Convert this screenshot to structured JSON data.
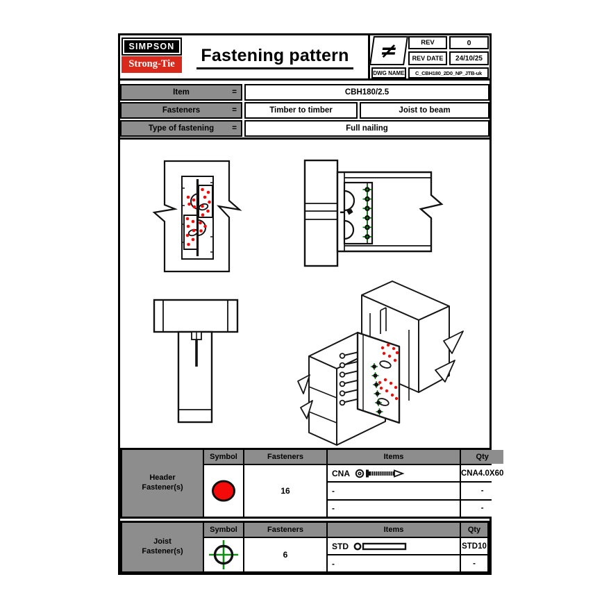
{
  "title_block": {
    "logo_line1": "SIMPSON",
    "logo_line2": "Strong-Tie",
    "title": "Fastening pattern",
    "symbol": "≠",
    "rev_label": "REV",
    "rev_value": "0",
    "rev_date_label": "REV DATE",
    "rev_date_value": "24/10/25",
    "dwg_name_label": "DWG NAME",
    "dwg_name_value": "C_CBH180_2D0_NP_JTB-uk"
  },
  "info": {
    "eq": "=",
    "item_label": "Item",
    "item_value": "CBH180/2.5",
    "fasteners_label": "Fasteners",
    "fasteners_value_left": "Timber to timber",
    "fasteners_value_right": "Joist to beam",
    "type_label": "Type of fastening",
    "type_value": "Full nailing"
  },
  "columns": {
    "symbol": "Symbol",
    "fasteners": "Fasteners",
    "items": "Items",
    "qty": "Qty"
  },
  "header_fasteners": {
    "label": "Header Fastener(s)",
    "rows": [
      {
        "fastener": "CNA",
        "item": "CNA4.0X60"
      },
      {
        "fastener": "-",
        "item": "-"
      },
      {
        "fastener": "-",
        "item": "-"
      }
    ],
    "qty": "16",
    "symbol_fill": "#f50a0a"
  },
  "joist_fasteners": {
    "label": "Joist Fastener(s)",
    "rows": [
      {
        "fastener": "STD",
        "item": "STD10"
      },
      {
        "fastener": "-",
        "item": "-"
      }
    ],
    "qty": "6",
    "symbol_stroke": "#0f9014"
  },
  "colors": {
    "nail_red": "#f50a0a",
    "dowel_green": "#0c7a10",
    "logo_red": "#d8291c",
    "cell_gray": "#8d8d8d"
  }
}
